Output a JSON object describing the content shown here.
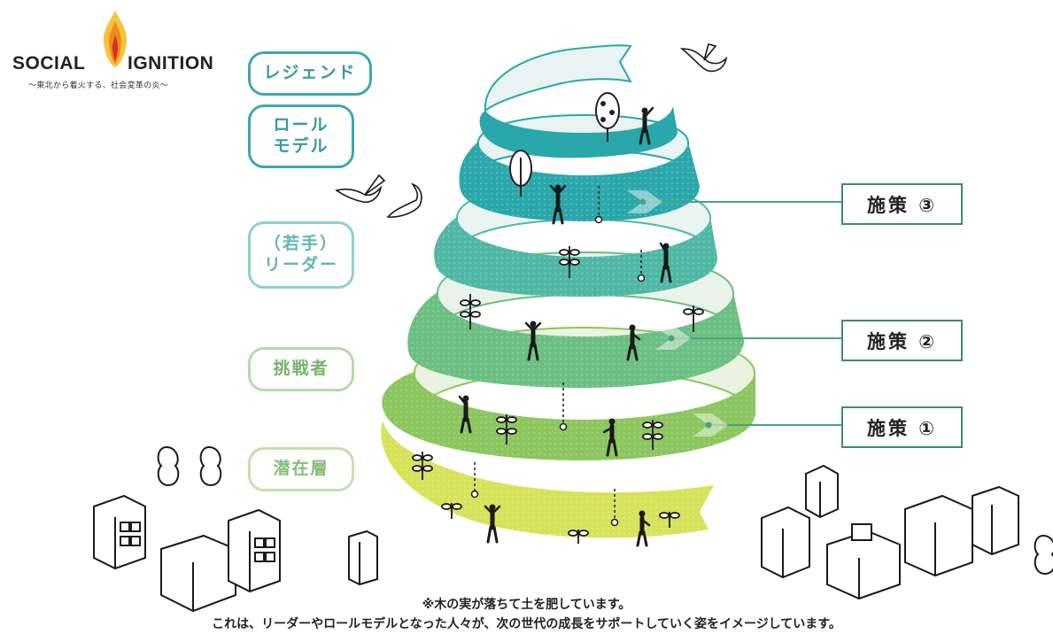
{
  "logo": {
    "name_left": "SOCIAL",
    "name_right": "IGNITION",
    "tagline": "〜東北から着火する、社会変革の炎〜"
  },
  "levels": [
    {
      "line1": "レジェンド",
      "line2": "",
      "color": "#3ba9ae",
      "text_color": "#3a9a9e"
    },
    {
      "line1": "ロール",
      "line2": "モデル",
      "color": "#3ba9ae",
      "text_color": "#3a9a9e"
    },
    {
      "line1": "（若手）",
      "line2": "リーダー",
      "color": "#8fd1cf",
      "text_color": "#62b5b3"
    },
    {
      "line1": "挑戦者",
      "line2": "",
      "color": "#b5dba8",
      "text_color": "#77b46b"
    },
    {
      "line1": "潜在層",
      "line2": "",
      "color": "#c4e0ad",
      "text_color": "#86bd77"
    }
  ],
  "policies": [
    {
      "label": "施策 ③"
    },
    {
      "label": "施策 ②"
    },
    {
      "label": "施策 ①"
    }
  ],
  "captions": {
    "note": "※木の実が落ちて土を肥しています。",
    "main": "これは、リーダーやロールモデルとなった人々が、次の世代の成長をサポートしていく姿をイメージしています。"
  },
  "colors": {
    "band_top": "#2aa7aa",
    "band_upper": "#4fb8a4",
    "band_middle": "#6cbf83",
    "band_lower": "#8cc65e",
    "band_bottom": "#d6e35a",
    "band_inner": "#e8f3f2",
    "label_border": "#59b7bb",
    "policy_border": "#3c8d6b",
    "flame": "#f0a21c"
  },
  "icons": [
    "flame-icon",
    "tree-icon",
    "sprout-icon",
    "person-icon",
    "bird-icon",
    "seed-icon",
    "building-icon",
    "school-icon"
  ]
}
